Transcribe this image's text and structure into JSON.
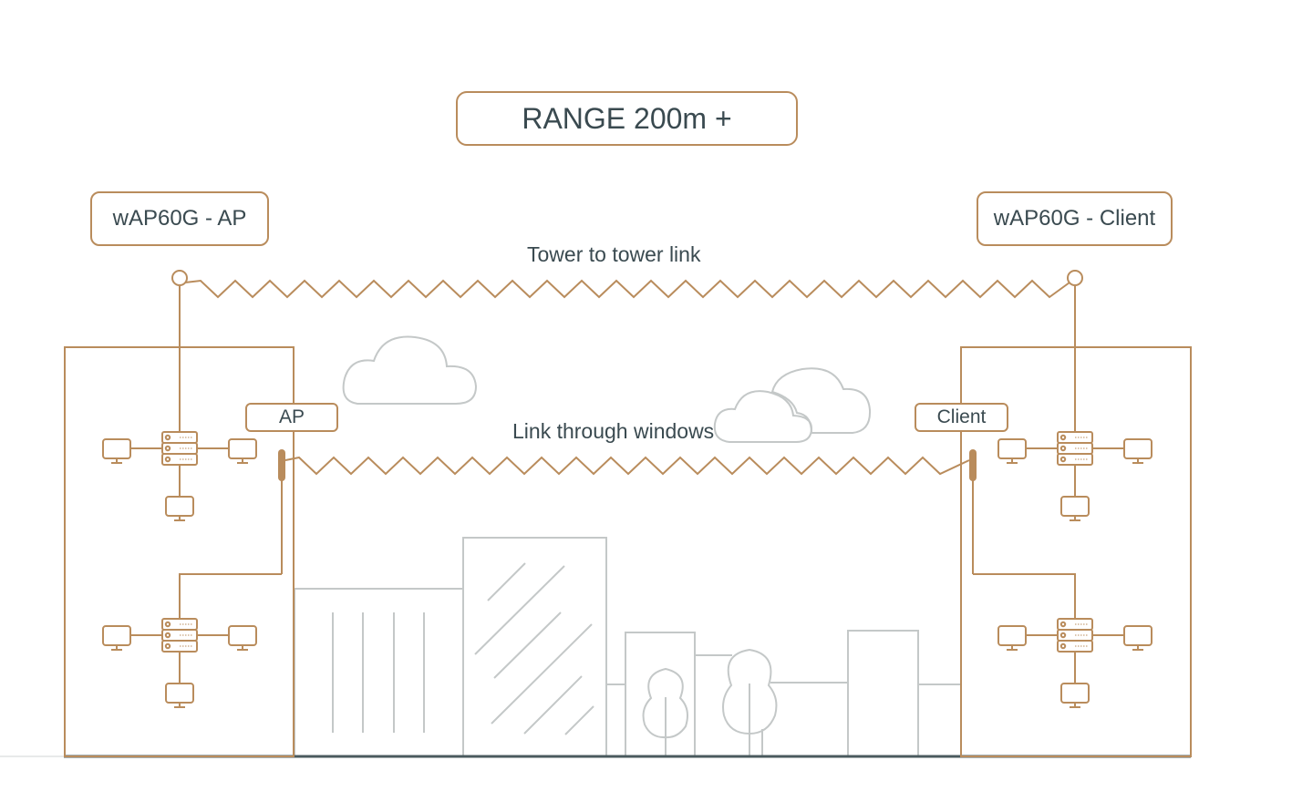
{
  "diagram": {
    "title": "RANGE 200m +",
    "left_device": "wAP60G - AP",
    "right_device": "wAP60G - Client",
    "top_link": "Tower to tower link",
    "window_link": "Link through windows",
    "left_window_unit": "AP",
    "right_window_unit": "Client"
  },
  "colors": {
    "accent": "#b98c5c",
    "text": "#3a4a50",
    "scenery": "#c4c8c8",
    "ground": "#4a5a5e"
  }
}
